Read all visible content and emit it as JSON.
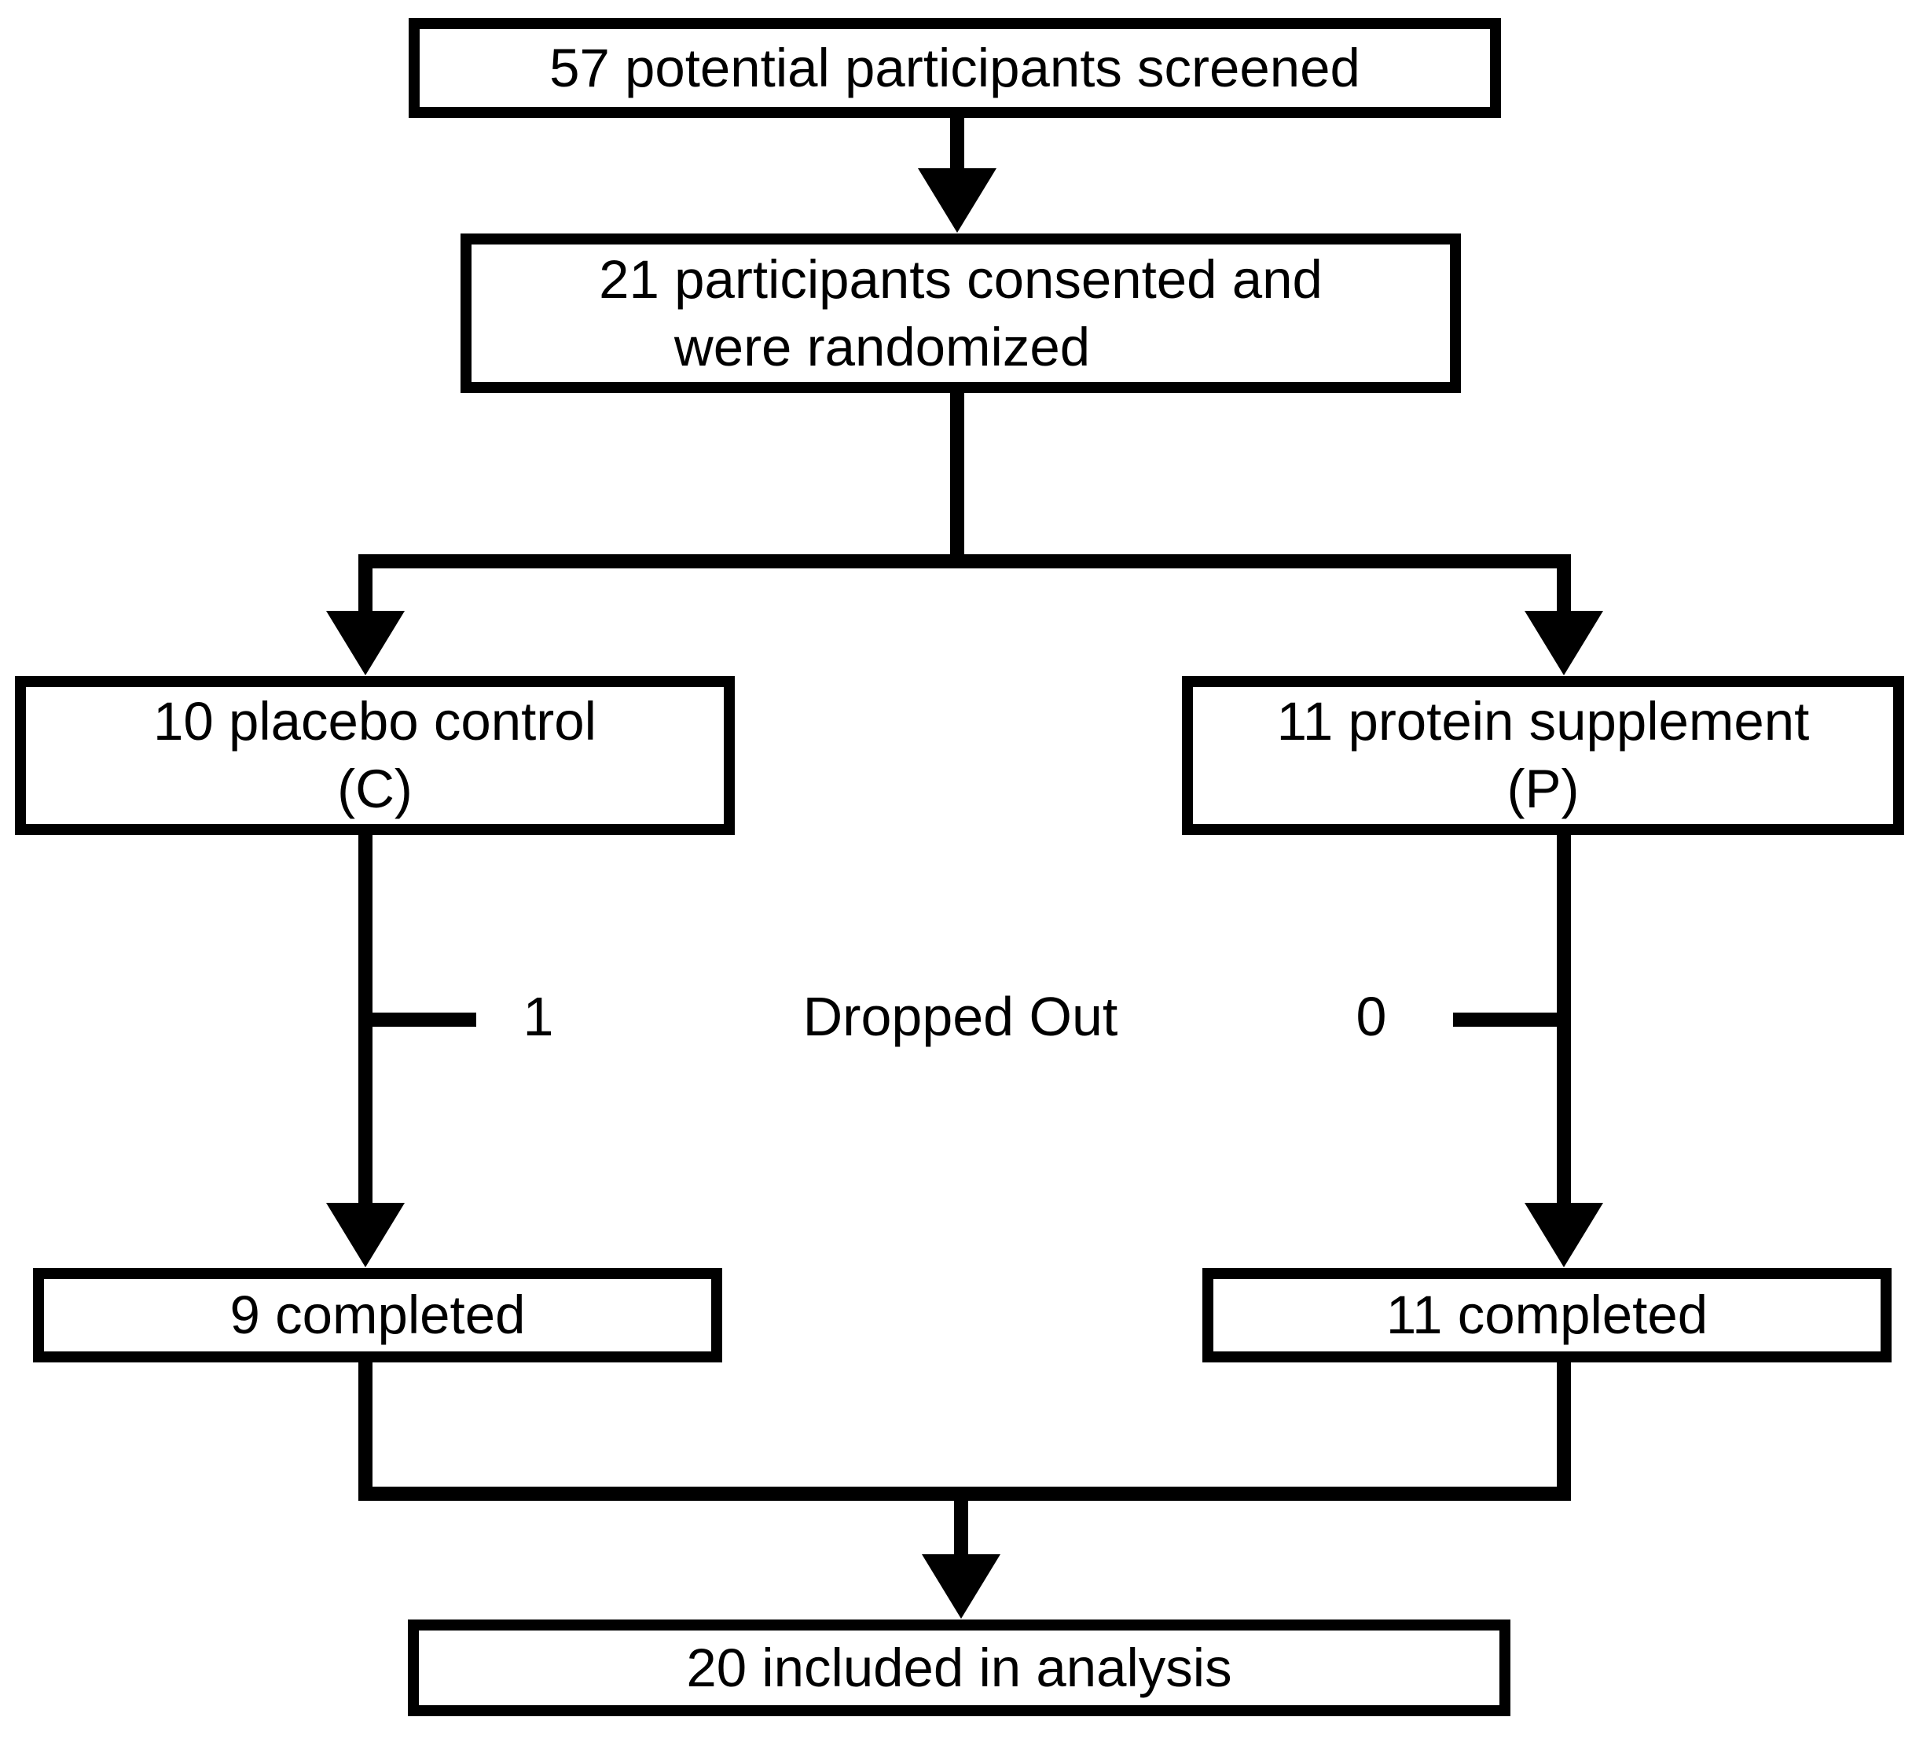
{
  "diagram": {
    "background_color": "#ffffff",
    "line_color": "#000000",
    "box_border_color": "#000000",
    "box_fill_color": "#ffffff",
    "text_color": "#000000",
    "nodes": {
      "screened": {
        "label": "57 potential participants screened"
      },
      "randomized": {
        "line1": "21 participants consented and",
        "line2": "were randomized"
      },
      "placebo": {
        "line1": "10 placebo control",
        "line2": "(C)"
      },
      "protein": {
        "line1": "11 protein supplement",
        "line2": "(P)"
      },
      "completed_control": {
        "label": "9 completed"
      },
      "completed_protein": {
        "label": "11 completed"
      },
      "analysis": {
        "label": "20 included in analysis"
      }
    },
    "dropout": {
      "label": "Dropped Out",
      "control_count": "1",
      "protein_count": "0"
    }
  }
}
